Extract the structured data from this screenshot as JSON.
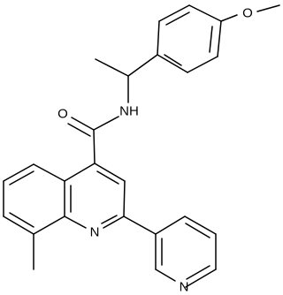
{
  "molecule": {
    "atoms": {
      "O_methoxy": "O",
      "O_carbonyl": "O",
      "N_amide": "NH",
      "N_quinoline": "N",
      "N_pyridine": "N"
    }
  }
}
